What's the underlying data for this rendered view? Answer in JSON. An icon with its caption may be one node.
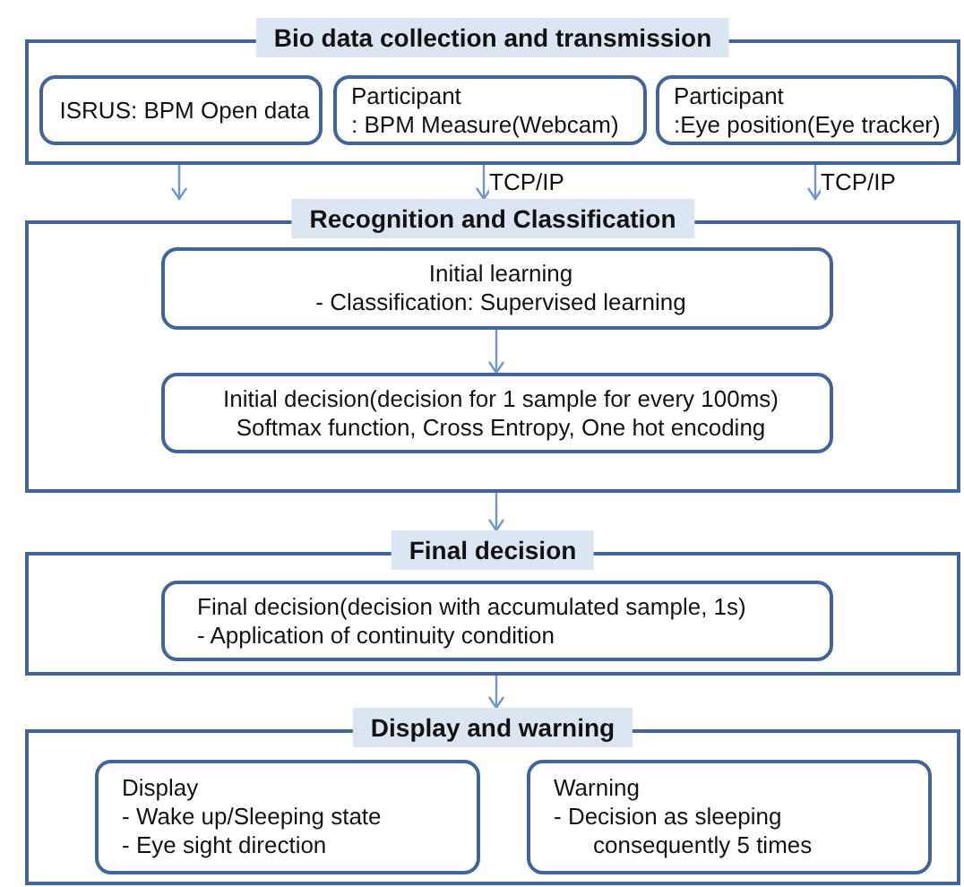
{
  "diagram": {
    "nodes": [
      {
        "text": [
          "Bio data collection and transmission"
        ]
      },
      {
        "text": [
          "ISRUS: BPM Open data"
        ],
        "in": 0
      },
      {
        "text": [
          "Participant",
          ": BPM Measure(Webcam)"
        ],
        "in": 0
      },
      {
        "text": [
          "Participant",
          ":Eye position(Eye tracker)"
        ],
        "in": 0
      },
      {
        "text": [
          "Recognition and Classification"
        ]
      },
      {
        "text": [
          "Initial learning",
          "- Classification: Supervised learning"
        ],
        "in": 4
      },
      {
        "text": [
          "Initial decision(decision for 1 sample for every 100ms)",
          "Softmax function, Cross Entropy, One hot encoding"
        ],
        "in": 4
      },
      {
        "text": [
          "Final decision"
        ]
      },
      {
        "text": [
          "Final decision(decision with accumulated sample, 1s)",
          "- Application of continuity condition"
        ],
        "in": 7
      },
      {
        "text": [
          "Display and warning"
        ]
      },
      {
        "text": [
          "Display",
          "- Wake up/Sleeping state",
          "- Eye sight direction"
        ],
        "in": 9
      },
      {
        "text": [
          "Warning",
          "- Decision as sleeping consequently 5 times"
        ],
        "in": 9
      }
    ],
    "edges": [
      {
        "from": 0,
        "to": 4,
        "arrow": "to"
      },
      {
        "from": 0,
        "to": 4,
        "arrow": "to",
        "label": "TCP/IP"
      },
      {
        "from": 0,
        "to": 4,
        "arrow": "to",
        "label": "TCP/IP"
      },
      {
        "from": 5,
        "to": 6,
        "arrow": "to"
      },
      {
        "from": 4,
        "to": 7,
        "arrow": "to"
      },
      {
        "from": 7,
        "to": 9,
        "arrow": "to"
      }
    ]
  }
}
